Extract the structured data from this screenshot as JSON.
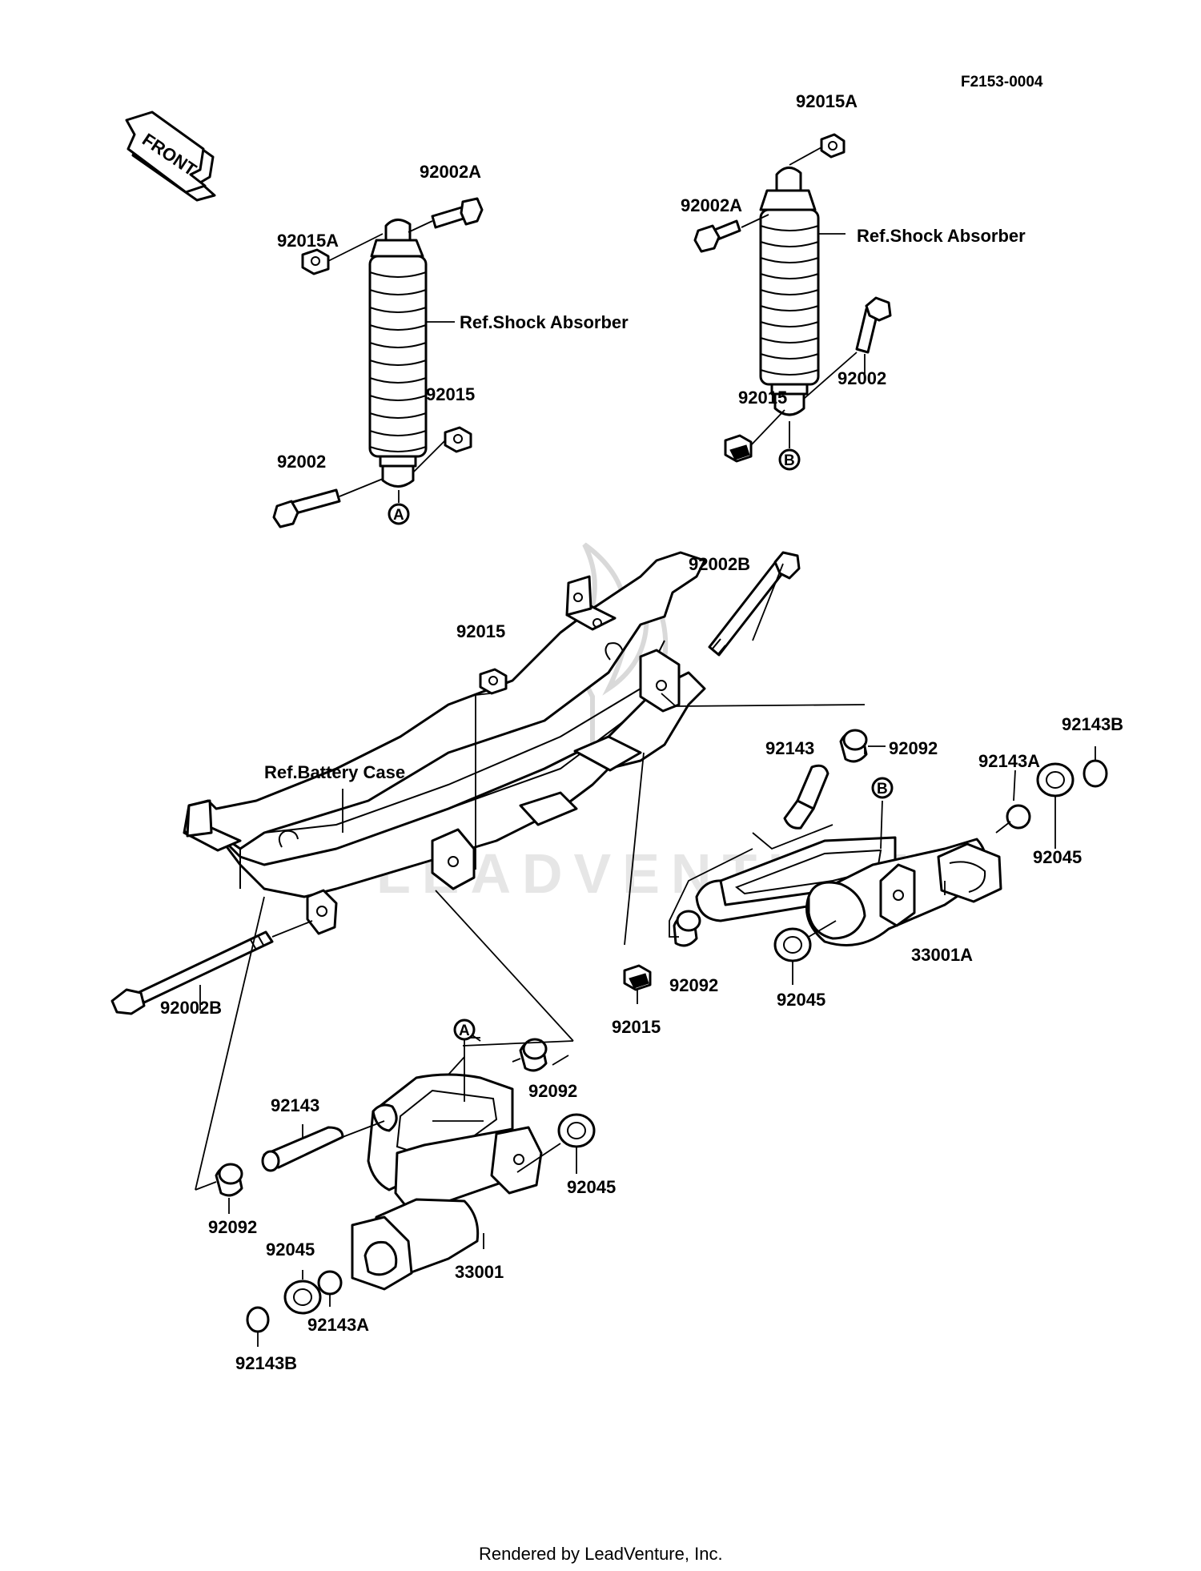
{
  "figure_code": "F2153-0004",
  "front_label": "FRONT",
  "watermark": "LEADVENTURE",
  "footer": "Rendered by LeadVenture, Inc.",
  "callouts": {
    "A": "A",
    "B": "B"
  },
  "parts": {
    "p92015A_left": "92015A",
    "p92002A_left": "92002A",
    "p_shock_left": "Ref.Shock Absorber",
    "p92015_left_lower": "92015",
    "p92002_left_lower": "92002",
    "p92015A_right": "92015A",
    "p92002A_right": "92002A",
    "p_shock_right": "Ref.Shock Absorber",
    "p92002_right": "92002",
    "p92015_right_lower": "92015",
    "p92002B_top": "92002B",
    "p92015_frame": "92015",
    "p_battery_case": "Ref.Battery Case",
    "p92143_right": "92143",
    "p92092_right_top": "92092",
    "p92143B_right": "92143B",
    "p92143A_right": "92143A",
    "p92045_right_upper": "92045",
    "p92092_right_lower": "92092",
    "p92045_right_lower": "92045",
    "p33001A": "33001A",
    "p92015_lower": "92015",
    "p92002B_bottom": "92002B",
    "p92092_left_top": "92092",
    "p92143_left": "92143",
    "p92045_left_upper": "92045",
    "p92092_left_lower": "92092",
    "p33001": "33001",
    "p92045_left_lower": "92045",
    "p92143A_left": "92143A",
    "p92143B_left": "92143B"
  }
}
